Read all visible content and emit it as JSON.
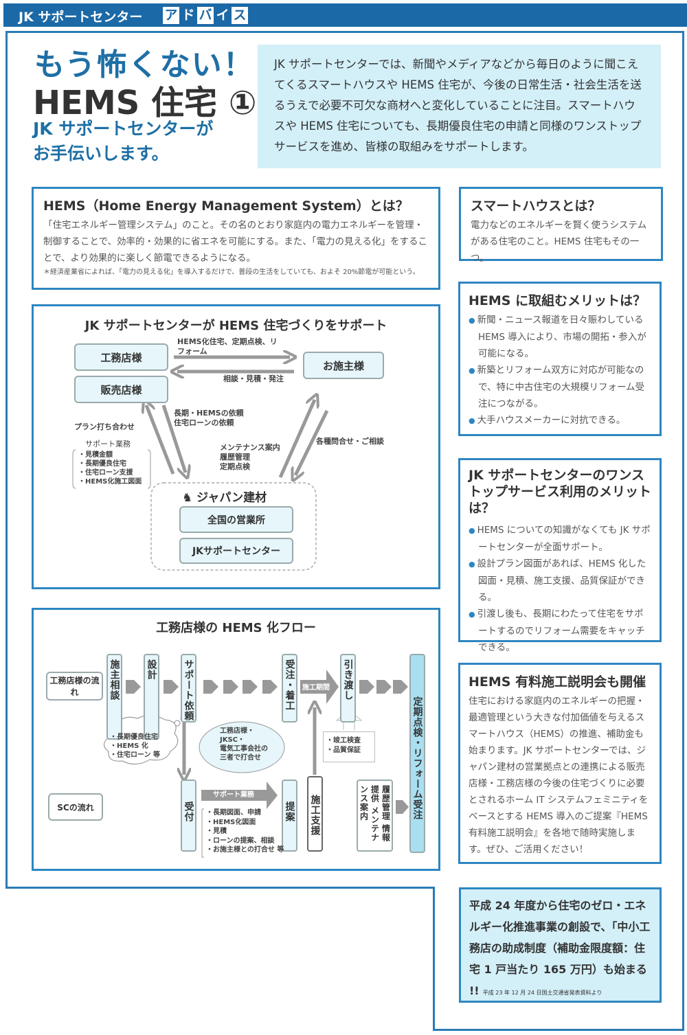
{
  "header": {
    "title": "JK サポートセンター",
    "advice": [
      "ア",
      "ド",
      "バ",
      "イ",
      "ス"
    ]
  },
  "hero": {
    "line1": "もう怖くない！",
    "line2": "HEMS 住宅 ①",
    "line3": "JK サポートセンターが",
    "line4": "お手伝いします。"
  },
  "intro": "JK サポートセンターでは、新聞やメディアなどから毎日のように聞こえてくるスマートハウスや HEMS 住宅が、今後の日常生活・社会生活を送るうえで必要不可欠な商材へと変化していることに注目。スマートハウスや HEMS 住宅についても、長期優良住宅の申請と同様のワンストップサービスを進め、皆様の取組みをサポートします。",
  "hems": {
    "title": "HEMS（Home Energy Management System）とは？",
    "body": "「住宅エネルギー管理システム」のこと。その名のとおり家庭内の電力エネルギーを管理・制御することで、効率的・効果的に省エネを可能にする。また、「電力の見える化」をすることで、より効果的に楽しく節電できるようになる。",
    "note": "＊経済産業省によれば、「電力の見える化」を導入するだけで、普段の生活をしていても、およそ 20%節電が可能という。"
  },
  "diagram1": {
    "title": "JK サポートセンターが HEMS 住宅づくりをサポート",
    "koumuten": "工務店様",
    "hanbaiten": "販売店様",
    "seshu": "お施主様",
    "arrow_right": "HEMS化住宅、定期点検、リフォーム",
    "arrow_left": "相談・見積・発注",
    "request": [
      "長期・HEMSの依頼",
      "住宅ローンの依頼"
    ],
    "plan": "プラン打ち合わせ",
    "support_title": "サポート業務",
    "support_items": [
      "・見積金額",
      "・長期優良住宅",
      "・住宅ローン支援",
      "・HEMS化施工図面"
    ],
    "maint": [
      "メンテナンス案内",
      "履歴管理",
      "定期点検"
    ],
    "inquiry": "各種問合せ・ご相談",
    "company": "ジャパン建材",
    "office": "全国の営業所",
    "jksc": "JKサポートセンター"
  },
  "diagram2": {
    "title": "工務店様の HEMS 化フロー",
    "lane1": "工務店様の流れ",
    "lane2": "SCの流れ",
    "steps": {
      "consult": "施主相談",
      "design": "設計",
      "support_req": "サポート依頼",
      "order": "受注・着工",
      "handover": "引き渡し",
      "final": "定期点検・リフォーム受注",
      "reception": "受付",
      "proposal": "提案",
      "construction_support": "施工支援",
      "maintenance": "履歴管理 情報提供 メンテナンス案内"
    },
    "period": "施工期間",
    "support_arrow": "サポート業務",
    "cloud": [
      "・長期優良住宅",
      "・HEMS 化",
      "・住宅ローン 等"
    ],
    "ellipse": [
      "工務店様・",
      "JKSC・",
      "電気工事会社の",
      "三者で打合せ"
    ],
    "inspection": [
      "・竣工検査",
      "・品質保証"
    ],
    "support_list": [
      "・長期図面、申請",
      "・HEMS化図面",
      "・見積",
      "・ローンの提案、相談",
      "・お施主様との打合せ 等"
    ]
  },
  "smarthouse": {
    "title": "スマートハウスとは？",
    "body": "電力などのエネルギーを賢く使うシステムがある住宅のこと。HEMS 住宅もその一つ。"
  },
  "merit": {
    "title": "HEMS に取組むメリットは？",
    "items": [
      "新聞・ニュース報道を日々賑わしている HEMS 導入により、市場の開拓・参入が可能になる。",
      "新築とリフォーム双方に対応が可能なので、特に中古住宅の大規模リフォーム受注につながる。",
      "大手ハウスメーカーに対抗できる。"
    ]
  },
  "onestop": {
    "title": "JK サポートセンターのワンストップサービス利用のメリットは？",
    "items": [
      "HEMS についての知識がなくても JK サポートセンターが全面サポート。",
      "設計プラン図面があれば、HEMS 化した図面・見積、施工支援、品質保証ができる。",
      "引渡し後も、長期にわたって住宅をサポートするのでリフォーム需要をキャッチできる。"
    ]
  },
  "seminar": {
    "title": "HEMS 有料施工説明会も開催",
    "body": "住宅における家庭内のエネルギーの把握・最適管理という大きな付加価値を与えるスマートハウス（HEMS）の推進、補助金も始まります。JK サポートセンターでは、ジャパン建材の営業拠点との連携による販売店様・工務店様の今後の住宅づくりに必要とされるホーム IT システムフェミニティをベースとする HEMS 導入のご提案『HEMS 有料施工説明会』を各地で随時実施します。ぜひ、ご活用ください！"
  },
  "subsidy": {
    "body": "平成 24 年度から住宅のゼロ・エネルギー化推進事業の創設で、「中小工務店の助成制度（補助金限度額：住宅 1 戸当たり 165 万円）も始まる !!",
    "source": "平成 23 年 12 月 24 日国土交通省発表資料より"
  }
}
